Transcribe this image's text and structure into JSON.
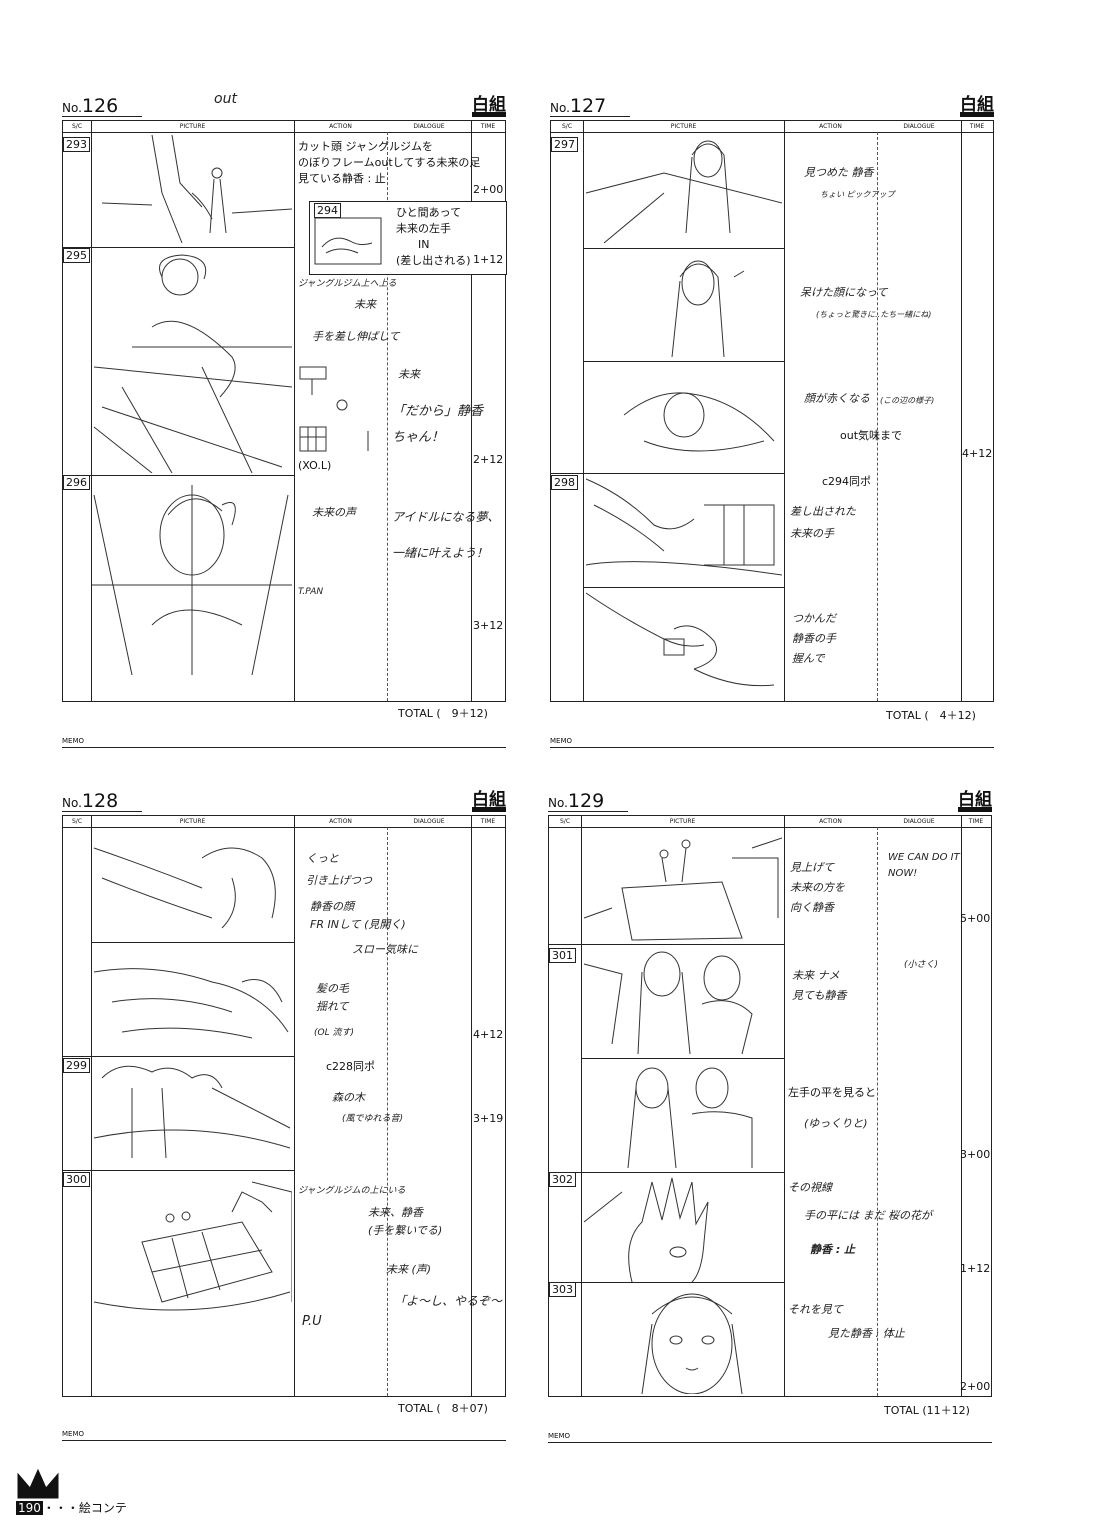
{
  "columns": {
    "sc": "S/C",
    "picture": "PICTURE",
    "action": "ACTION",
    "dialogue": "DIALOGUE",
    "time": "TIME"
  },
  "studio": "白組",
  "memo_label": "MEMO",
  "footer": {
    "page": "190",
    "section": "・・・絵コンテ"
  },
  "sheets": [
    {
      "no_label": "No.",
      "no": "126",
      "out_note": "out",
      "cuts": [
        "293",
        "295",
        "296"
      ],
      "insert_cut": "294",
      "actions": [
        "カット頭 ジャングルジムを\nのぼりフレームoutしてする未来の足\n見ている静香 : 止",
        "ジャングルジム上へ上る",
        "未来",
        "手を差し伸ばして",
        "(XO.L)",
        "未来の声",
        "T.PAN"
      ],
      "insert_text": "ひと間あって\n未来の左手\n　　IN\n(差し出される)",
      "dialogues": [
        "未来",
        "「だから」静香\nちゃん！",
        "アイドルになる夢、\n一緒に叶えよう！"
      ],
      "times": [
        "2+00",
        "1+12",
        "2+12",
        "3+12"
      ],
      "total": "TOTAL (　9＋12)"
    },
    {
      "no_label": "No.",
      "no": "127",
      "cuts": [
        "297",
        "298"
      ],
      "actions": [
        "見つめた 静香",
        "ちょい ピックアップ",
        "呆けた顔になって",
        "(ちょっと驚きに..たちー緒にね)",
        "顔が赤くなる",
        "(この辺の様子)",
        "out気味まで",
        "c294同ポ",
        "差し出された\n未来の手",
        "つかんだ\n静香の手\n握んで"
      ],
      "times": [
        "4+12"
      ],
      "total": "TOTAL (　4＋12)"
    },
    {
      "no_label": "No.",
      "no": "128",
      "cuts": [
        "299",
        "300"
      ],
      "actions": [
        "くっと\n引き上げつつ",
        "静香の顔\nFR INして (見開く)",
        "スロー気味に",
        "髪の毛\n揺れて",
        "(OL 流す)",
        "c228同ポ",
        "森の木",
        "(風でゆれる音)",
        "ジャングルジムの上にいる",
        "未来、静香\n(手を繋いでる)",
        "未来 (声)",
        "P.U"
      ],
      "dialogues": [
        "「よ～し、やるぞ～"
      ],
      "times": [
        "4+12",
        "3+19"
      ],
      "total": "TOTAL (　8＋07)"
    },
    {
      "no_label": "No.",
      "no": "129",
      "cuts": [
        "301",
        "302",
        "303"
      ],
      "actions": [
        "見上げて\n未来の方を\n向く静香",
        "未来 ナメ\n見ても静香",
        "左手の平を見ると",
        "(ゆっくりと)",
        "その視線",
        "手の平には まだ 桜の花が",
        "静香 : 止",
        "それを見て",
        "見た静香 : 体止"
      ],
      "dialogues": [
        "WE CAN DO IT\nNOW!",
        "(小さく)"
      ],
      "times": [
        "5+00",
        "3+00",
        "1+12",
        "2+00"
      ],
      "total": "TOTAL (11＋12)"
    }
  ]
}
